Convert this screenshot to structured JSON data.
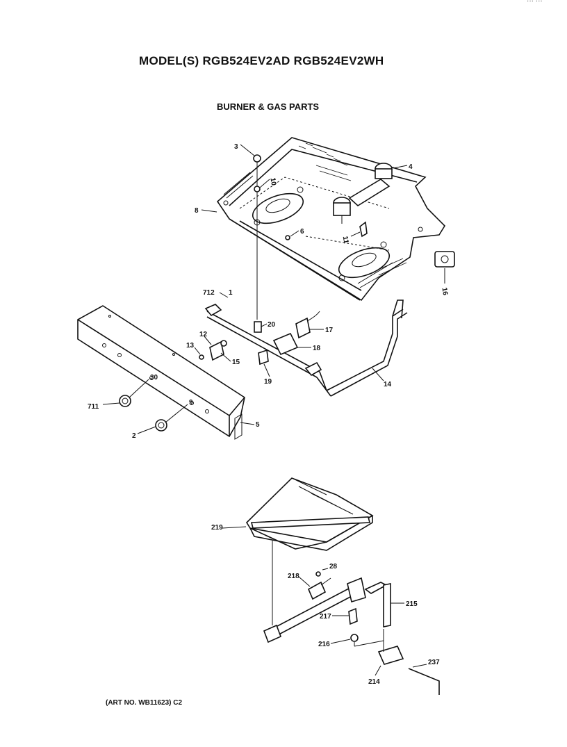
{
  "header": {
    "title": "MODEL(S) RGB524EV2AD RGB524EV2WH",
    "subtitle": "BURNER & GAS PARTS",
    "corner_text": "··· ···"
  },
  "footer": {
    "art_no": "(ART NO. WB11623) C2"
  },
  "callouts": {
    "c3": "3",
    "c4": "4",
    "c10": "10",
    "c8": "8",
    "c6": "6",
    "c11": "11",
    "c16": "16",
    "c712": "712",
    "c1": "1",
    "c20": "20",
    "c17": "17",
    "c12": "12",
    "c13": "13",
    "c18": "18",
    "c15": "15",
    "c19": "19",
    "c14": "14",
    "c30": "30",
    "c711": "711",
    "c9": "9",
    "c5": "5",
    "c2": "2",
    "c219": "219",
    "c28": "28",
    "c218": "218",
    "c215": "215",
    "c217": "217",
    "c216": "216",
    "c237": "237",
    "c214": "214"
  }
}
